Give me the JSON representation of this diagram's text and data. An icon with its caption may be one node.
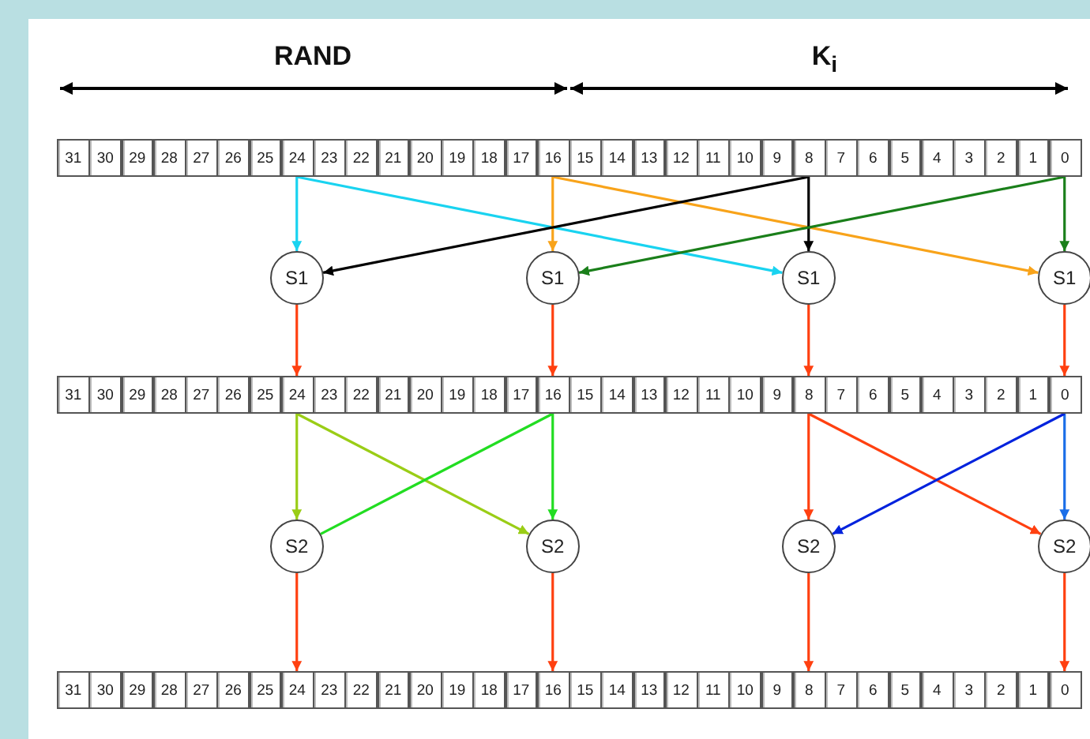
{
  "diagram": {
    "nodes": [
      {
        "text": [
          "31"
        ]
      },
      {
        "text": [
          "30"
        ]
      },
      {
        "text": [
          "29"
        ]
      },
      {
        "text": [
          "28"
        ]
      },
      {
        "text": [
          "27"
        ]
      },
      {
        "text": [
          "26"
        ]
      },
      {
        "text": [
          "25"
        ]
      },
      {
        "text": [
          "24"
        ]
      },
      {
        "text": [
          "23"
        ]
      },
      {
        "text": [
          "22"
        ]
      },
      {
        "text": [
          "21"
        ]
      },
      {
        "text": [
          "20"
        ]
      },
      {
        "text": [
          "19"
        ]
      },
      {
        "text": [
          "18"
        ]
      },
      {
        "text": [
          "17"
        ]
      },
      {
        "text": [
          "16"
        ]
      },
      {
        "text": [
          "15"
        ]
      },
      {
        "text": [
          "14"
        ]
      },
      {
        "text": [
          "13"
        ]
      },
      {
        "text": [
          "12"
        ]
      },
      {
        "text": [
          "11"
        ]
      },
      {
        "text": [
          "10"
        ]
      },
      {
        "text": [
          "9"
        ]
      },
      {
        "text": [
          "8"
        ]
      },
      {
        "text": [
          "7"
        ]
      },
      {
        "text": [
          "6"
        ]
      },
      {
        "text": [
          "5"
        ]
      },
      {
        "text": [
          "4"
        ]
      },
      {
        "text": [
          "3"
        ]
      },
      {
        "text": [
          "2"
        ]
      },
      {
        "text": [
          "1"
        ]
      },
      {
        "text": [
          "0"
        ]
      },
      {
        "text": [
          "S1"
        ]
      },
      {
        "text": [
          "S1"
        ]
      },
      {
        "text": [
          "S1"
        ]
      },
      {
        "text": [
          "S1"
        ]
      },
      {
        "text": [
          "31"
        ]
      },
      {
        "text": [
          "30"
        ]
      },
      {
        "text": [
          "29"
        ]
      },
      {
        "text": [
          "28"
        ]
      },
      {
        "text": [
          "27"
        ]
      },
      {
        "text": [
          "26"
        ]
      },
      {
        "text": [
          "25"
        ]
      },
      {
        "text": [
          "24"
        ]
      },
      {
        "text": [
          "23"
        ]
      },
      {
        "text": [
          "22"
        ]
      },
      {
        "text": [
          "21"
        ]
      },
      {
        "text": [
          "20"
        ]
      },
      {
        "text": [
          "19"
        ]
      },
      {
        "text": [
          "18"
        ]
      },
      {
        "text": [
          "17"
        ]
      },
      {
        "text": [
          "16"
        ]
      },
      {
        "text": [
          "15"
        ]
      },
      {
        "text": [
          "14"
        ]
      },
      {
        "text": [
          "13"
        ]
      },
      {
        "text": [
          "12"
        ]
      },
      {
        "text": [
          "11"
        ]
      },
      {
        "text": [
          "10"
        ]
      },
      {
        "text": [
          "9"
        ]
      },
      {
        "text": [
          "8"
        ]
      },
      {
        "text": [
          "7"
        ]
      },
      {
        "text": [
          "6"
        ]
      },
      {
        "text": [
          "5"
        ]
      },
      {
        "text": [
          "4"
        ]
      },
      {
        "text": [
          "3"
        ]
      },
      {
        "text": [
          "2"
        ]
      },
      {
        "text": [
          "1"
        ]
      },
      {
        "text": [
          "0"
        ]
      },
      {
        "text": [
          "S2"
        ]
      },
      {
        "text": [
          "S2"
        ]
      },
      {
        "text": [
          "S2"
        ]
      },
      {
        "text": [
          "S2"
        ]
      },
      {
        "text": [
          "31"
        ]
      },
      {
        "text": [
          "30"
        ]
      },
      {
        "text": [
          "29"
        ]
      },
      {
        "text": [
          "28"
        ]
      },
      {
        "text": [
          "27"
        ]
      },
      {
        "text": [
          "26"
        ]
      },
      {
        "text": [
          "25"
        ]
      },
      {
        "text": [
          "24"
        ]
      },
      {
        "text": [
          "23"
        ]
      },
      {
        "text": [
          "22"
        ]
      },
      {
        "text": [
          "21"
        ]
      },
      {
        "text": [
          "20"
        ]
      },
      {
        "text": [
          "19"
        ]
      },
      {
        "text": [
          "18"
        ]
      },
      {
        "text": [
          "17"
        ]
      },
      {
        "text": [
          "16"
        ]
      },
      {
        "text": [
          "15"
        ]
      },
      {
        "text": [
          "14"
        ]
      },
      {
        "text": [
          "13"
        ]
      },
      {
        "text": [
          "12"
        ]
      },
      {
        "text": [
          "11"
        ]
      },
      {
        "text": [
          "10"
        ]
      },
      {
        "text": [
          "9"
        ]
      },
      {
        "text": [
          "8"
        ]
      },
      {
        "text": [
          "7"
        ]
      },
      {
        "text": [
          "6"
        ]
      },
      {
        "text": [
          "5"
        ]
      },
      {
        "text": [
          "4"
        ]
      },
      {
        "text": [
          "3"
        ]
      },
      {
        "text": [
          "2"
        ]
      },
      {
        "text": [
          "1"
        ]
      },
      {
        "text": [
          "0"
        ]
      }
    ],
    "edges": [
      {
        "from": 7,
        "to": 32,
        "arrow": "to",
        "color": "#19d3f0"
      },
      {
        "from": 7,
        "to": 34,
        "arrow": "to",
        "color": "#19d3f0"
      },
      {
        "from": 15,
        "to": 33,
        "arrow": "to",
        "color": "#f8a31a"
      },
      {
        "from": 15,
        "to": 35,
        "arrow": "to",
        "color": "#f8a31a"
      },
      {
        "from": 23,
        "to": 34,
        "arrow": "to",
        "color": "#000000"
      },
      {
        "from": 23,
        "to": 32,
        "arrow": "to",
        "color": "#000000"
      },
      {
        "from": 31,
        "to": 35,
        "arrow": "to",
        "color": "#1a7f1a"
      },
      {
        "from": 31,
        "to": 33,
        "arrow": "to",
        "color": "#1a7f1a"
      },
      {
        "from": 32,
        "to": 43,
        "arrow": "to"
      },
      {
        "from": 33,
        "to": 51,
        "arrow": "to"
      },
      {
        "from": 34,
        "to": 59,
        "arrow": "to"
      },
      {
        "from": 35,
        "to": 67,
        "arrow": "to"
      },
      {
        "from": 43,
        "to": 68,
        "arrow": "to",
        "color": "#9acd16"
      },
      {
        "from": 43,
        "to": 69,
        "arrow": "to",
        "color": "#9acd16"
      },
      {
        "from": 51,
        "to": 69,
        "arrow": "to",
        "color": "#22dd22"
      },
      {
        "from": 51,
        "to": 68,
        "arrow": "none",
        "color": "#22dd22"
      },
      {
        "from": 59,
        "to": 70,
        "arrow": "to"
      },
      {
        "from": 59,
        "to": 71,
        "arrow": "to"
      },
      {
        "from": 67,
        "to": 71,
        "arrow": "to",
        "color": "#1a6ee8"
      },
      {
        "from": 67,
        "to": 70,
        "arrow": "to",
        "color": "#0022dd"
      },
      {
        "from": 68,
        "to": 79,
        "arrow": "to"
      },
      {
        "from": 69,
        "to": 87,
        "arrow": "to"
      },
      {
        "from": 70,
        "to": 95,
        "arrow": "to"
      },
      {
        "from": 71,
        "to": 103,
        "arrow": "to"
      }
    ],
    "labels": [
      "RAND",
      "K$_{i}$"
    ]
  }
}
